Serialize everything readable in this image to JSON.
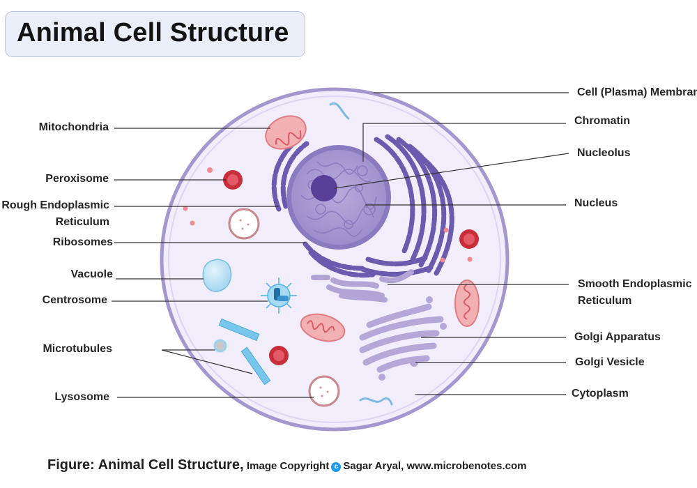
{
  "title": "Animal Cell Structure",
  "labels": {
    "mitochondria": "Mitochondria",
    "peroxisome": "Peroxisome",
    "rough_er_line1": "Rough Endoplasmic",
    "rough_er_line2": "Reticulum",
    "ribosomes": "Ribosomes",
    "vacuole": "Vacuole",
    "centrosome": "Centrosome",
    "microtubules": "Microtubules",
    "lysosome": "Lysosome",
    "cell_membrane": "Cell (Plasma) Membrane",
    "chromatin": "Chromatin",
    "nucleolus": "Nucleolus",
    "nucleus": "Nucleus",
    "smooth_er_line1": "Smooth Endoplasmic",
    "smooth_er_line2": "Reticulum",
    "golgi_apparatus": "Golgi Apparatus",
    "golgi_vesicle": "Golgi Vesicle",
    "cytoplasm": "Cytoplasm"
  },
  "caption": {
    "figure": "Figure: Animal Cell Structure,",
    "copyright_prefix": "Image Copyright",
    "copyright_badge": "c",
    "author": "Sagar Aryal, www.microbenotes.com"
  },
  "colors": {
    "cytoplasm": "#f0ecfb",
    "membrane": "#9b8fcb",
    "nucleus": "#a898d0",
    "er": "#6a5bae",
    "mitochondria": "#f0a8ab",
    "lysosome": "#c0392b",
    "vacuole": "#a8d8f0",
    "centrosome": "#2f9fd0",
    "golgi": "#b6a7d9"
  }
}
